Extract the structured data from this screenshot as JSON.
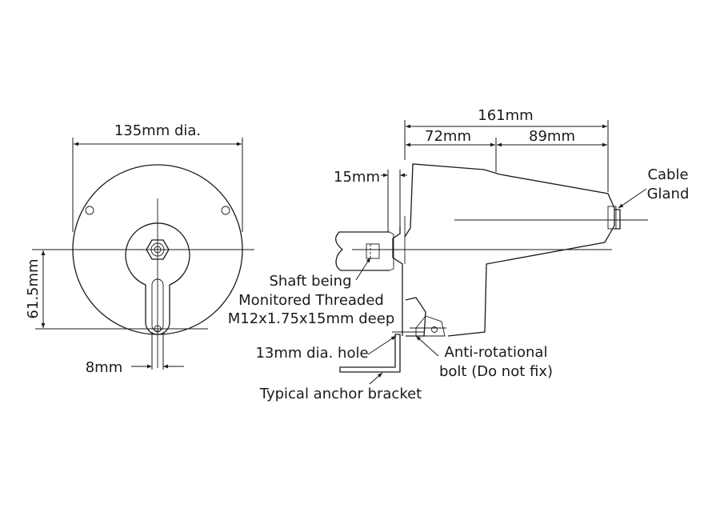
{
  "front_view": {
    "diameter_label": "135mm dia.",
    "offset_label": "61.5mm",
    "slot_label": "8mm"
  },
  "side_view": {
    "overall_label": "161mm",
    "left_label": "72mm",
    "right_label": "89mm",
    "gap_label": "15mm",
    "cable_gland_label": [
      "Cable",
      "Gland"
    ],
    "shaft_label": [
      "Shaft being",
      "Monitored Threaded",
      "M12x1.75x15mm deep"
    ],
    "hole_label": "13mm dia. hole",
    "anti_rotation_label": [
      "Anti-rotational",
      "bolt (Do not fix)"
    ],
    "bracket_label": "Typical anchor bracket"
  }
}
